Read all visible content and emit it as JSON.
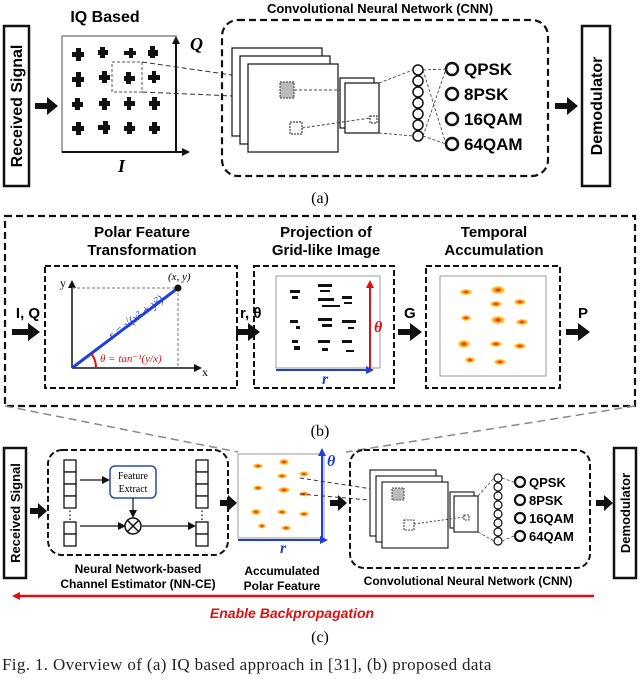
{
  "panel_a": {
    "received_signal": "Received Signal",
    "iq_title": "IQ Based",
    "axis_q": "Q",
    "axis_i": "I",
    "cnn_title": "Convolutional  Neural Network (CNN)",
    "classes": [
      "QPSK",
      "8PSK",
      "16QAM",
      "64QAM"
    ],
    "demodulator": "Demodulator",
    "label": "(a)"
  },
  "panel_b": {
    "input": "I, Q",
    "step1_title_1": "Polar Feature",
    "step1_title_2": "Transformation",
    "axis_y": "y",
    "axis_x": "x",
    "point": "(x, y)",
    "r_formula": "r = √(x² + y²)",
    "theta_formula": "θ = tan⁻¹(y/x)",
    "out1": "r, θ",
    "step2_title_1": "Projection of",
    "step2_title_2": "Grid-like Image",
    "theta_label": "θ",
    "r_label": "r",
    "out2": "G",
    "step3_title_1": "Temporal",
    "step3_title_2": "Accumulation",
    "out3": "P",
    "label": "(b)"
  },
  "panel_c": {
    "received_signal": "Received Signal",
    "feature_extract_1": "Feature",
    "feature_extract_2": "Extract",
    "nnce_1": "Neural Network-based",
    "nnce_2": "Channel Estimator (NN-CE)",
    "theta_label": "θ",
    "r_label": "r",
    "acc_1": "Accumulated",
    "acc_2": "Polar Feature",
    "cnn_title": "Convolutional  Neural Network (CNN)",
    "classes": [
      "QPSK",
      "8PSK",
      "16QAM",
      "64QAM"
    ],
    "demodulator": "Demodulator",
    "backprop": "Enable Backpropagation",
    "label": "(c)"
  },
  "caption": "Fig. 1. Overview of (a) IQ based approach in [31], (b) proposed data",
  "colors": {
    "accent_blue": "#1f3fd6",
    "accent_red": "#e01010"
  }
}
